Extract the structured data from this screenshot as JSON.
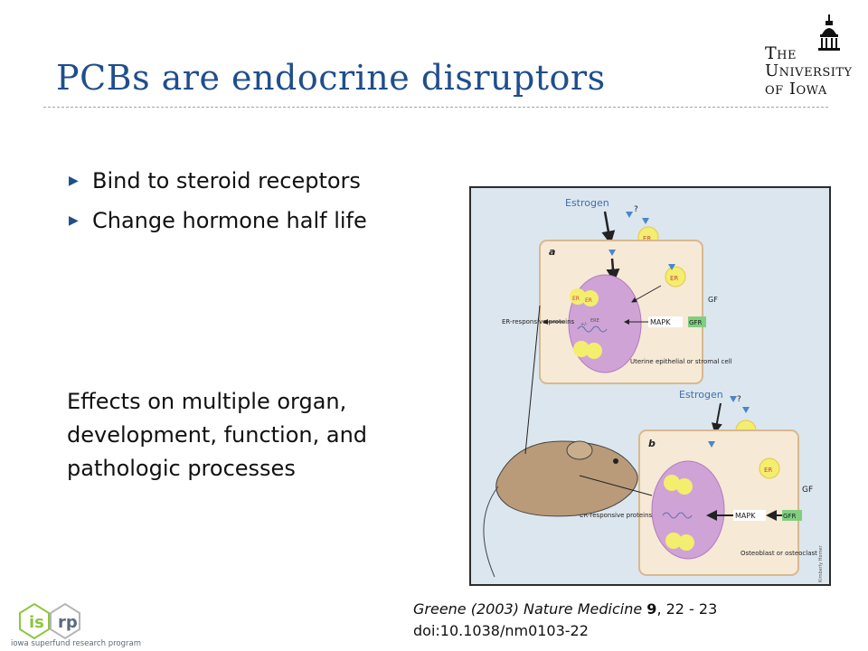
{
  "slide": {
    "title": "PCBs are endocrine disruptors",
    "bullets": [
      {
        "text": "Bind to steroid receptors"
      },
      {
        "text": "Change hormone half life"
      }
    ],
    "effects": "Effects on multiple organ, development, function, and pathologic processes"
  },
  "logo_university": {
    "line1": "The",
    "line2": "University",
    "line3": "of Iowa"
  },
  "logo_isrp": {
    "mark_left": "is",
    "mark_right": "rp",
    "tagline": "iowa superfund research program"
  },
  "figure": {
    "top_estrogen": "Estrogen",
    "top_question": "?",
    "panel_a_label": "a",
    "panel_a_cell": "Uterine epithelial or stromal cell",
    "panel_b_label": "b",
    "panel_b_cell": "Osteoblast or osteoclast",
    "bottom_estrogen": "Estrogen",
    "bottom_question": "?",
    "er": "ER",
    "gf": "GF",
    "gfr": "GFR",
    "mapk": "MAPK",
    "ere": "ERE",
    "plusminus": "+/-",
    "er_responsive": "ER-responsive proteins",
    "artist": "Kimberly Homer"
  },
  "citation": {
    "author": "Greene (2003) ",
    "journal": "Nature Medicine",
    "volume": "9",
    "pages": ", 22 - 23",
    "doi": "doi:10.1038/nm0103-22"
  },
  "colors": {
    "title": "#1f4e8c",
    "figure_bg": "#dce6ee",
    "panel_bg": "#f6e9d6",
    "nucleus": "#cfa3d6",
    "er_fill": "#f4ee6e",
    "gfr_fill": "#7fcf7f",
    "estrogen_triangle": "#4a86c8",
    "isrp_green": "#8dc63f"
  }
}
